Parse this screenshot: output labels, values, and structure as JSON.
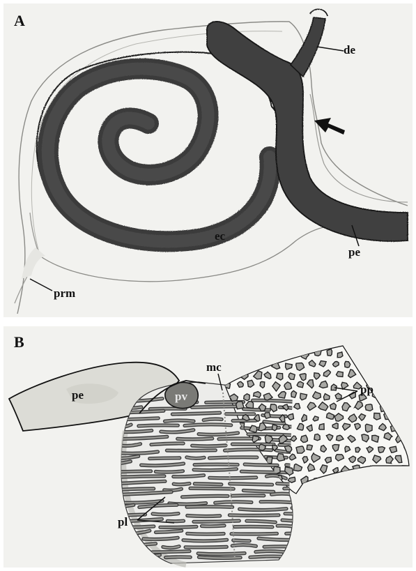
{
  "panels": [
    {
      "letter": "A",
      "labels": {
        "de": "de",
        "ec": "ec",
        "pe": "pe",
        "prm": "prm"
      }
    },
    {
      "letter": "B",
      "labels": {
        "pe": "pe",
        "pv": "pv",
        "mc": "mc",
        "pp": "pp",
        "pl": "pl"
      }
    }
  ]
}
